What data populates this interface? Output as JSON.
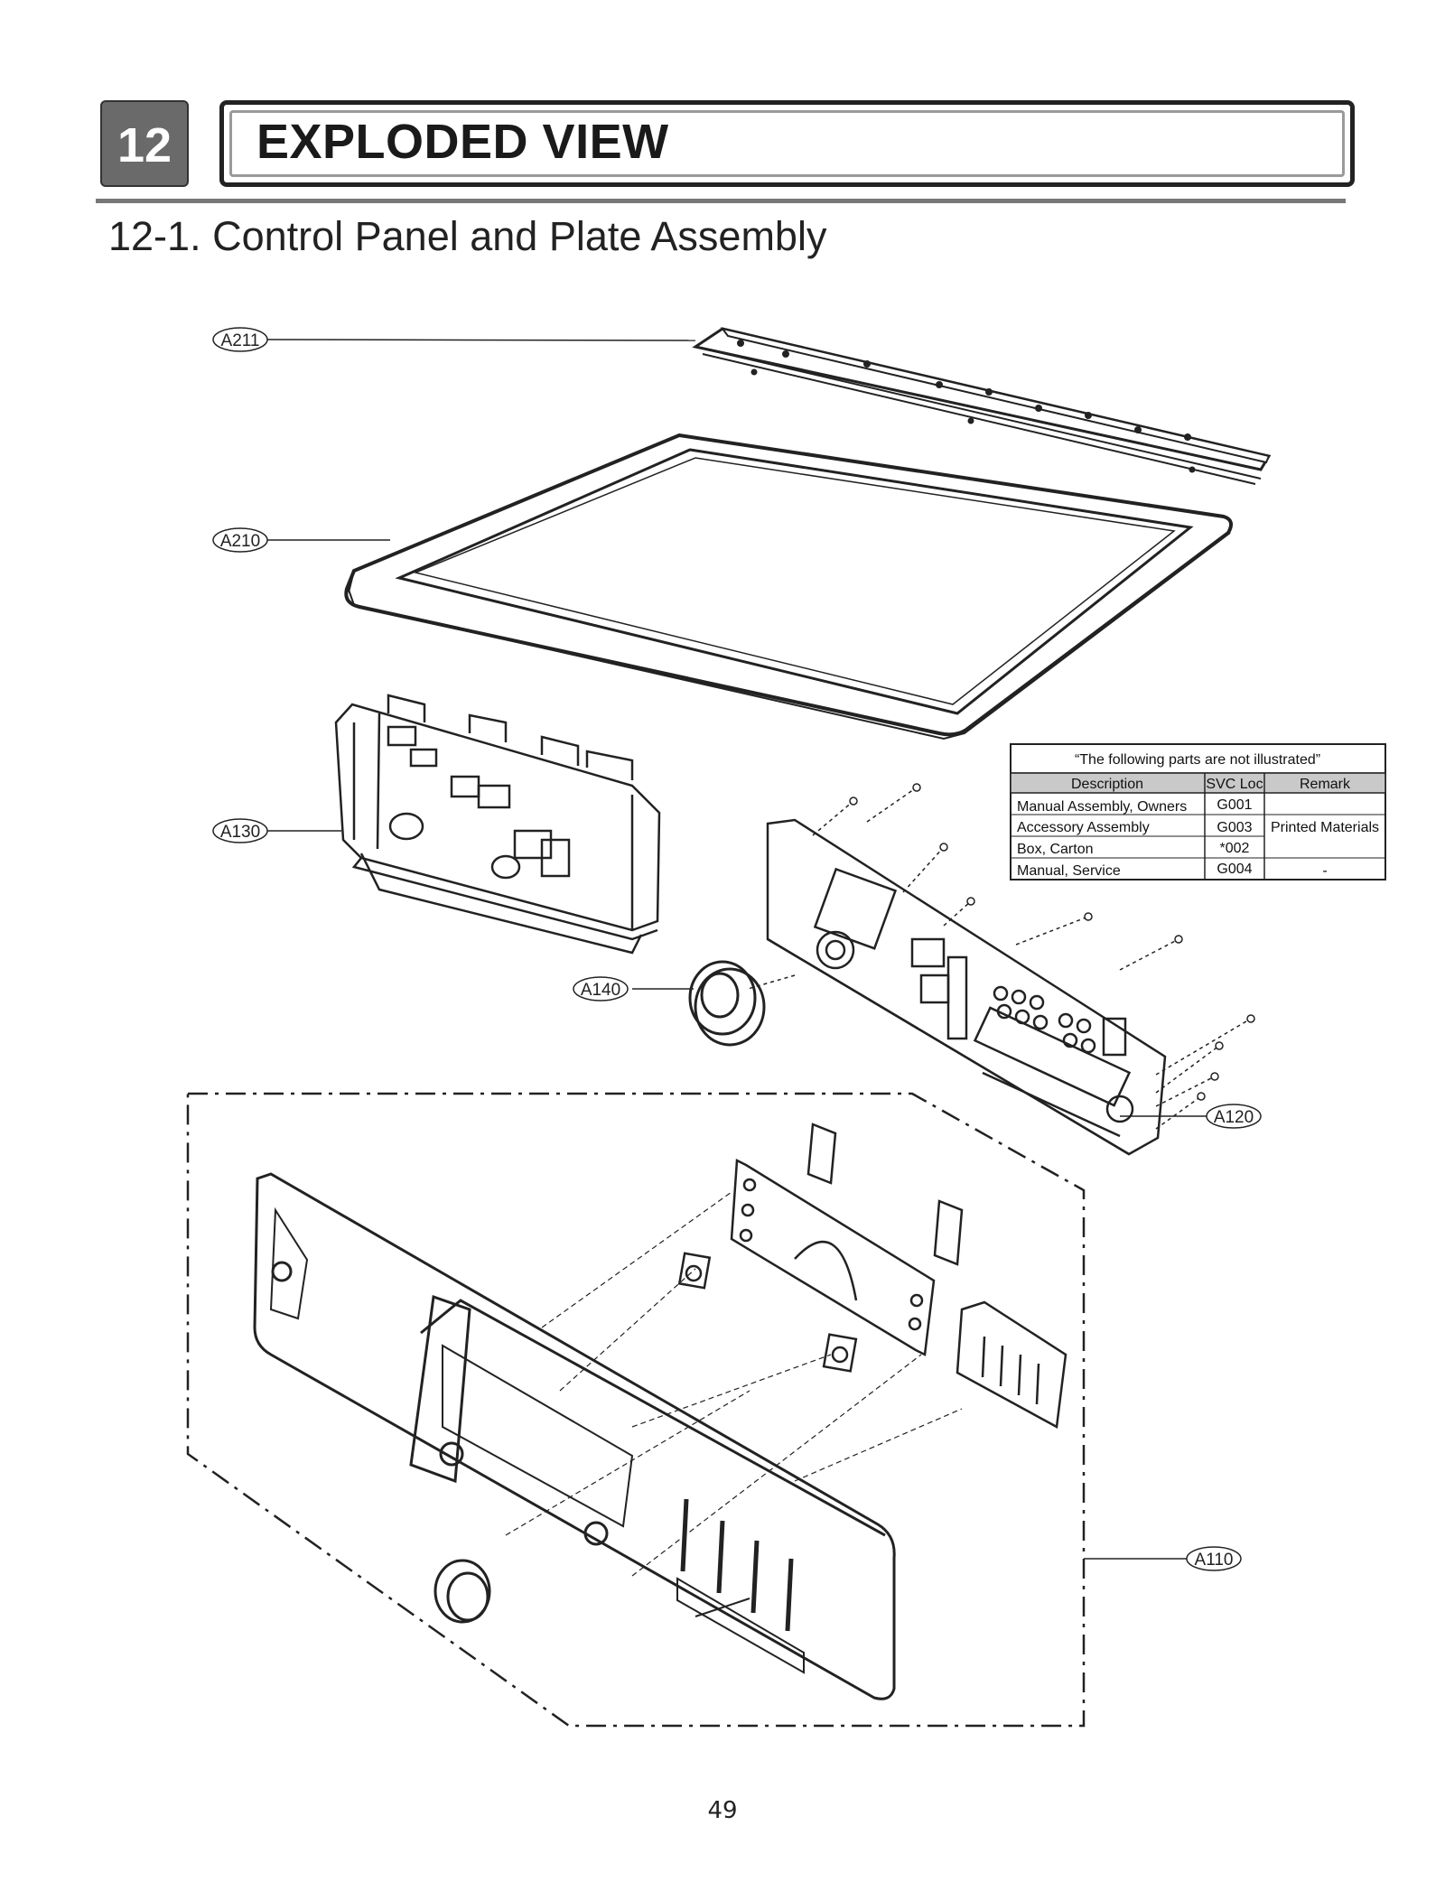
{
  "header": {
    "section_number": "12",
    "title": "EXPLODED VIEW"
  },
  "subtitle": "12-1. Control Panel and Plate Assembly",
  "callouts": {
    "a211": "A211",
    "a210": "A210",
    "a130": "A130",
    "a140": "A140",
    "a120": "A120",
    "a110": "A110"
  },
  "not_illustrated": {
    "caption": "“The following parts are not illustrated”",
    "columns": [
      "Description",
      "SVC Loc",
      "Remark"
    ],
    "rows": [
      {
        "description": "Manual Assembly, Owners",
        "loc": "G001",
        "remark": ""
      },
      {
        "description": "Accessory Assembly",
        "loc": "G003",
        "remark": "Printed Materials"
      },
      {
        "description": "Box, Carton",
        "loc": "*002",
        "remark": ""
      },
      {
        "description": "Manual, Service",
        "loc": "G004",
        "remark": "-"
      }
    ]
  },
  "page_number": "49"
}
